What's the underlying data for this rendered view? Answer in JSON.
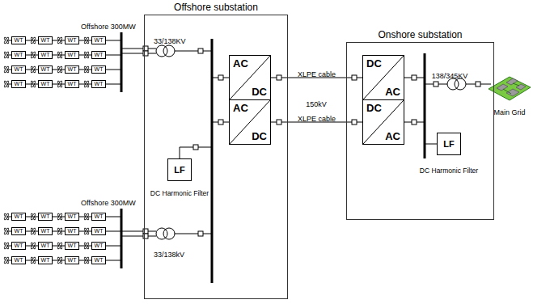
{
  "diagram": {
    "nodes": [
      {
        "text": [
          "WT"
        ]
      },
      {
        "text": [
          "WT"
        ]
      },
      {
        "text": [
          "WT"
        ]
      },
      {
        "text": [
          "WT"
        ]
      },
      {
        "text": [
          "WT"
        ]
      },
      {
        "text": [
          "WT"
        ]
      },
      {
        "text": [
          "WT"
        ]
      },
      {
        "text": [
          "WT"
        ]
      },
      {
        "text": [
          "WT"
        ]
      },
      {
        "text": [
          "WT"
        ]
      },
      {
        "text": [
          "WT"
        ]
      },
      {
        "text": [
          "WT"
        ]
      },
      {
        "text": [
          "WT"
        ]
      },
      {
        "text": [
          "WT"
        ]
      },
      {
        "text": [
          "WT"
        ]
      },
      {
        "text": [
          "WT"
        ]
      },
      {
        "text": [
          "WT"
        ]
      },
      {
        "text": [
          "WT"
        ]
      },
      {
        "text": [
          "WT"
        ]
      },
      {
        "text": [
          "WT"
        ]
      },
      {
        "text": [
          "WT"
        ]
      },
      {
        "text": [
          "WT"
        ]
      },
      {
        "text": [
          "WT"
        ]
      },
      {
        "text": [
          "WT"
        ]
      },
      {
        "text": [
          "WT"
        ]
      },
      {
        "text": [
          "WT"
        ]
      },
      {
        "text": [
          "WT"
        ]
      },
      {
        "text": [
          "WT"
        ]
      },
      {
        "text": [
          "WT"
        ]
      },
      {
        "text": [
          "WT"
        ]
      },
      {
        "text": [
          "WT"
        ]
      },
      {
        "text": [
          "WT"
        ]
      },
      {
        "text": [
          "Offshore substation"
        ]
      },
      {
        "text": [
          "AC",
          "DC"
        ],
        "in": 32
      },
      {
        "text": [
          "AC",
          "DC"
        ],
        "in": 32
      },
      {
        "text": [
          "LF"
        ],
        "in": 32
      },
      {
        "text": [
          "Onshore substation"
        ]
      },
      {
        "text": [
          "DC",
          "AC"
        ],
        "in": 36
      },
      {
        "text": [
          "DC",
          "AC"
        ],
        "in": 36
      },
      {
        "text": [
          "LF"
        ],
        "in": 36
      }
    ],
    "edges": [
      {
        "from": 0,
        "to": 1,
        "arrow": "none"
      },
      {
        "from": 1,
        "to": 2,
        "arrow": "none"
      },
      {
        "from": 2,
        "to": 3,
        "arrow": "none"
      },
      {
        "from": 4,
        "to": 5,
        "arrow": "none"
      },
      {
        "from": 5,
        "to": 6,
        "arrow": "none"
      },
      {
        "from": 6,
        "to": 7,
        "arrow": "none"
      },
      {
        "from": 8,
        "to": 9,
        "arrow": "none"
      },
      {
        "from": 9,
        "to": 10,
        "arrow": "none"
      },
      {
        "from": 10,
        "to": 11,
        "arrow": "none"
      },
      {
        "from": 12,
        "to": 13,
        "arrow": "none"
      },
      {
        "from": 13,
        "to": 14,
        "arrow": "none"
      },
      {
        "from": 14,
        "to": 15,
        "arrow": "none"
      },
      {
        "from": 16,
        "to": 17,
        "arrow": "none"
      },
      {
        "from": 17,
        "to": 18,
        "arrow": "none"
      },
      {
        "from": 18,
        "to": 19,
        "arrow": "none"
      },
      {
        "from": 20,
        "to": 21,
        "arrow": "none"
      },
      {
        "from": 21,
        "to": 22,
        "arrow": "none"
      },
      {
        "from": 22,
        "to": 23,
        "arrow": "none"
      },
      {
        "from": 24,
        "to": 25,
        "arrow": "none"
      },
      {
        "from": 25,
        "to": 26,
        "arrow": "none"
      },
      {
        "from": 26,
        "to": 27,
        "arrow": "none"
      },
      {
        "from": 28,
        "to": 29,
        "arrow": "none"
      },
      {
        "from": 29,
        "to": 30,
        "arrow": "none"
      },
      {
        "from": 30,
        "to": 31,
        "arrow": "none"
      },
      {
        "from": 33,
        "to": 37,
        "label": "XLPE cable",
        "arrow": "none"
      },
      {
        "from": 34,
        "to": 38,
        "label": "XLPE cable",
        "arrow": "none"
      }
    ],
    "labels": [
      "Offshore 300MW",
      "Offshore 300MW",
      "33/138KV",
      "33/138kV",
      "DC Harmonic Filter",
      "150kV",
      "DC Harmonic Filter",
      "138/345KV",
      "Main Grid"
    ]
  }
}
